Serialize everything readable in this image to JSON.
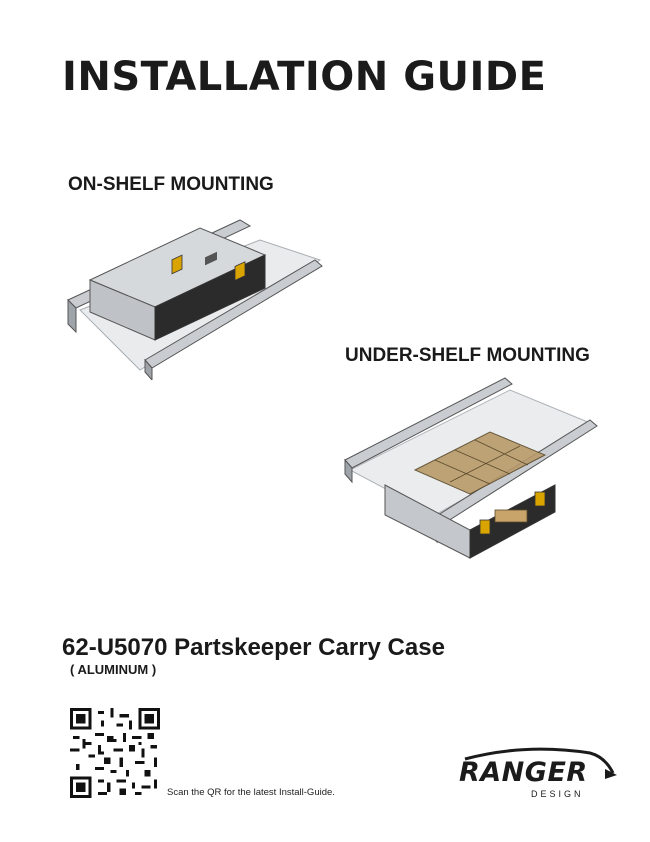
{
  "document": {
    "title": "INSTALLATION GUIDE",
    "sections": [
      {
        "label": "ON-SHELF MOUNTING"
      },
      {
        "label": "UNDER-SHELF MOUNTING"
      }
    ],
    "product": {
      "name": "62-U5070 Partskeeper Carry Case",
      "material": "( ALUMINUM )"
    },
    "qr_caption": "Scan the QR for the latest Install-Guide.",
    "logo": {
      "word": "RANGER",
      "subword": "DESIGN"
    }
  },
  "icons": [
    "qr-code-icon",
    "ranger-design-logo"
  ]
}
